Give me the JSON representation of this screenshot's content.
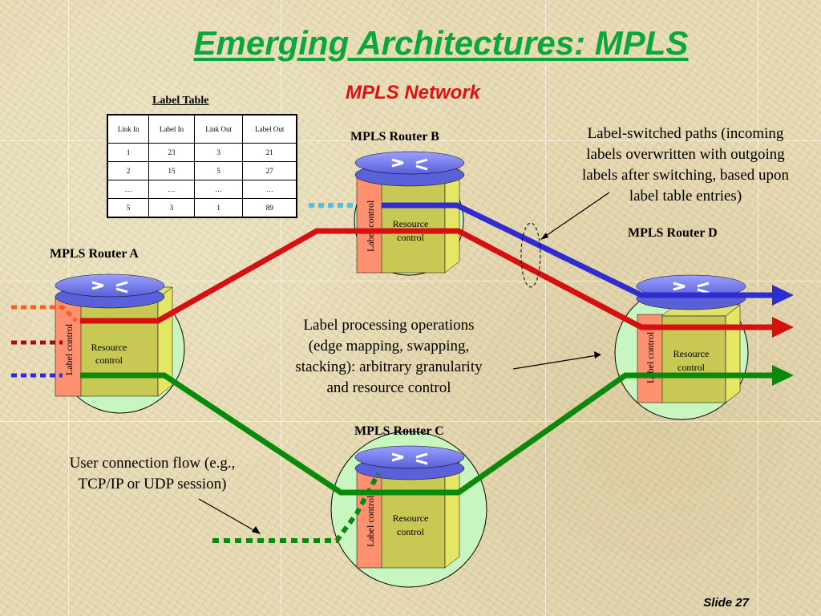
{
  "title": "Emerging Architectures: MPLS",
  "subtitle": "MPLS Network",
  "label_table": {
    "title": "Label Table",
    "headers": [
      "Link In",
      "Label In",
      "Link Out",
      "Label Out"
    ],
    "rows": [
      [
        "1",
        "23",
        "3",
        "21"
      ],
      [
        "2",
        "15",
        "5",
        "27"
      ],
      [
        "…",
        "…",
        "…",
        "…"
      ],
      [
        "5",
        "3",
        "1",
        "89"
      ]
    ]
  },
  "routers": {
    "a": {
      "name": "MPLS Router A",
      "label_control": "Label control",
      "resource_control_1": "Resource",
      "resource_control_2": "control"
    },
    "b": {
      "name": "MPLS Router B",
      "label_control": "Label control",
      "resource_control_1": "Resource",
      "resource_control_2": "control"
    },
    "c": {
      "name": "MPLS Router C",
      "label_control": "Label control",
      "resource_control_1": "Resource",
      "resource_control_2": "control"
    },
    "d": {
      "name": "MPLS Router D",
      "label_control": "Label control",
      "resource_control_1": "Resource",
      "resource_control_2": "control"
    }
  },
  "notes": {
    "lsp": [
      "Label-switched paths (incoming",
      "labels overwritten with outgoing",
      "labels after switching, based upon",
      "label table entries)"
    ],
    "processing": [
      "Label processing operations",
      "(edge mapping, swapping,",
      "stacking): arbitrary granularity",
      "and resource control"
    ],
    "user_flow": [
      "User connection flow (e.g.,",
      "TCP/IP or UDP session)"
    ]
  },
  "slide_number": "Slide 27",
  "colors": {
    "title": "#0aa83c",
    "subtitle": "#e01010",
    "blue_path": "#2e2ed0",
    "red_path": "#d41010",
    "green_path": "#0a8a0a",
    "router_circle": "#c8f5c0",
    "label_control_box": "#ff9070",
    "resource_control_box": "#c8c855",
    "router_top": "#7a7ff0"
  }
}
